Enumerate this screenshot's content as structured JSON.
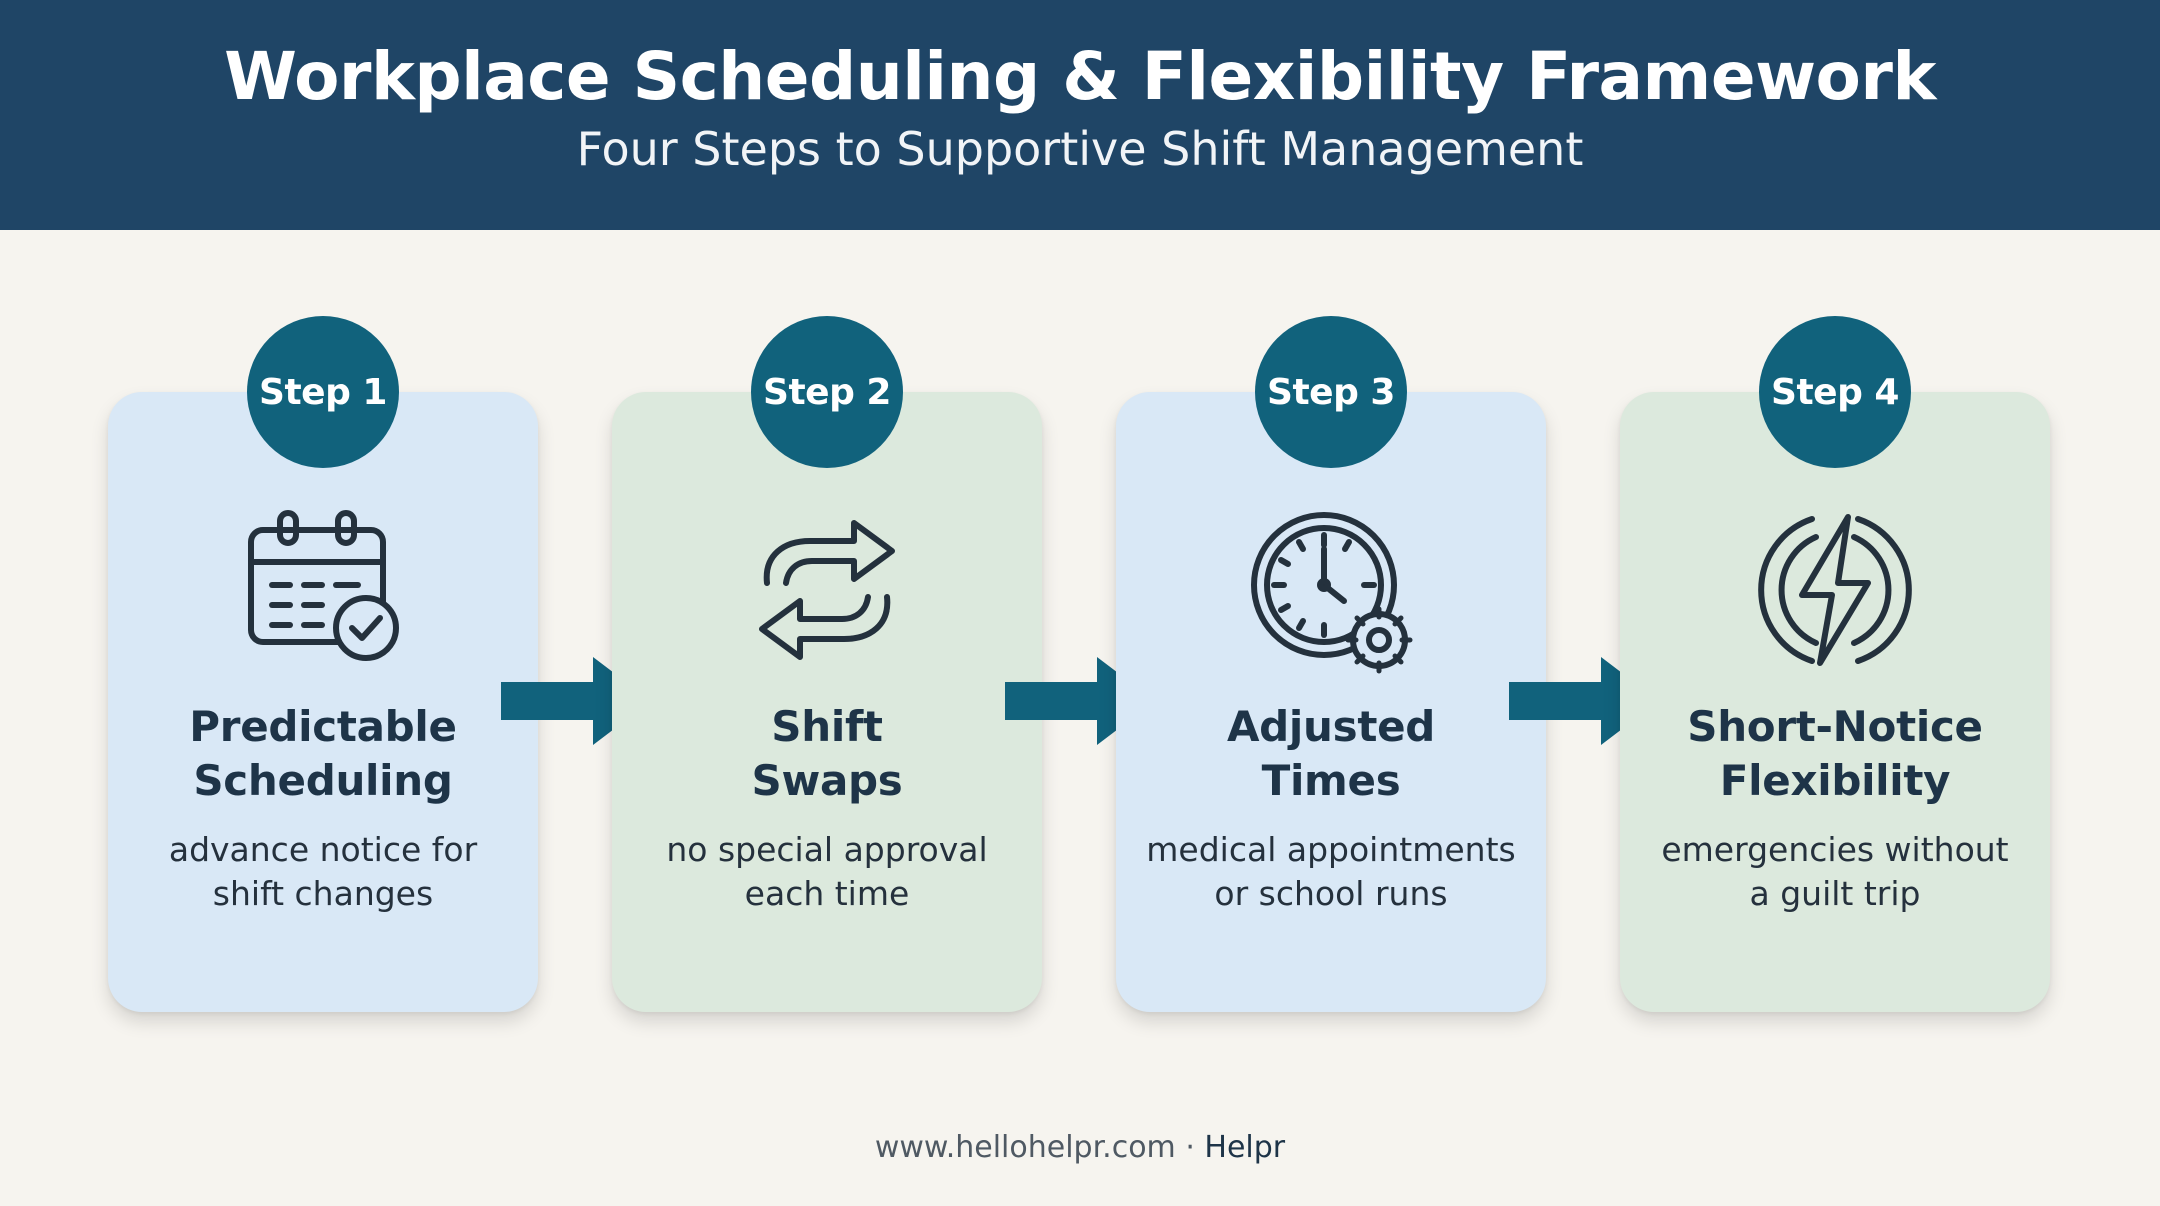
{
  "header": {
    "title": "Workplace Scheduling & Flexibility Framework",
    "subtitle": "Four Steps to Supportive Shift Management"
  },
  "steps": [
    {
      "badge": "Step 1",
      "title_line1": "Predictable",
      "title_line2": "Scheduling",
      "desc_line1": "advance notice for",
      "desc_line2": "shift changes",
      "icon": "calendar-check-icon"
    },
    {
      "badge": "Step 2",
      "title_line1": "Shift",
      "title_line2": "Swaps",
      "desc_line1": "no special approval",
      "desc_line2": "each time",
      "icon": "swap-arrows-icon"
    },
    {
      "badge": "Step 3",
      "title_line1": "Adjusted",
      "title_line2": "Times",
      "desc_line1": "medical appointments",
      "desc_line2": "or school runs",
      "icon": "clock-gear-icon"
    },
    {
      "badge": "Step 4",
      "title_line1": "Short-Notice",
      "title_line2": "Flexibility",
      "desc_line1": "emergencies without",
      "desc_line2": "a guilt trip",
      "icon": "lightning-circle-icon"
    }
  ],
  "footer": {
    "url": "www.hellohelpr.com",
    "separator": " · ",
    "brand": "Helpr"
  },
  "colors": {
    "header_bg": "#1f4566",
    "badge_bg": "#11627c",
    "arrow": "#11627c",
    "card_blue": "#d9e8f6",
    "card_green": "#dce9dd",
    "background": "#f6f4ef"
  }
}
